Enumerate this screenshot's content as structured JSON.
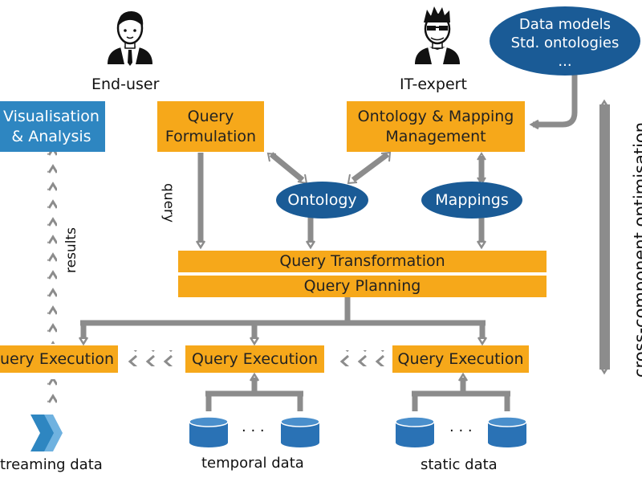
{
  "actors": {
    "end_user": "End-user",
    "it_expert": "IT-expert"
  },
  "boxes": {
    "query_formulation": "Query\nFormulation",
    "ontology_mapping_management": "Ontology & Mapping\nManagement",
    "visualisation_analysis": "Visualisation\n& Analysis",
    "query_transformation": "Query Transformation",
    "query_planning": "Query Planning",
    "query_execution_left": "uery Execution",
    "query_execution_middle": "Query Execution",
    "query_execution_right": "Query Execution"
  },
  "ovals": {
    "ontology": "Ontology",
    "mappings": "Mappings",
    "data_models": "Data models\nStd. ontologies\n..."
  },
  "edge_labels": {
    "query": "query",
    "results": "results"
  },
  "data_sources": {
    "streaming": "treaming data",
    "temporal": "temporal data",
    "static": "static data",
    "ellipsis": "· · ·"
  },
  "side_label": "cross-component optimisation",
  "colors": {
    "component": "#f6a81a",
    "visualisation": "#2e86c1",
    "knowledge": "#1a5b96",
    "arrow": "#8c8c8c",
    "database": "#2a72b5"
  }
}
